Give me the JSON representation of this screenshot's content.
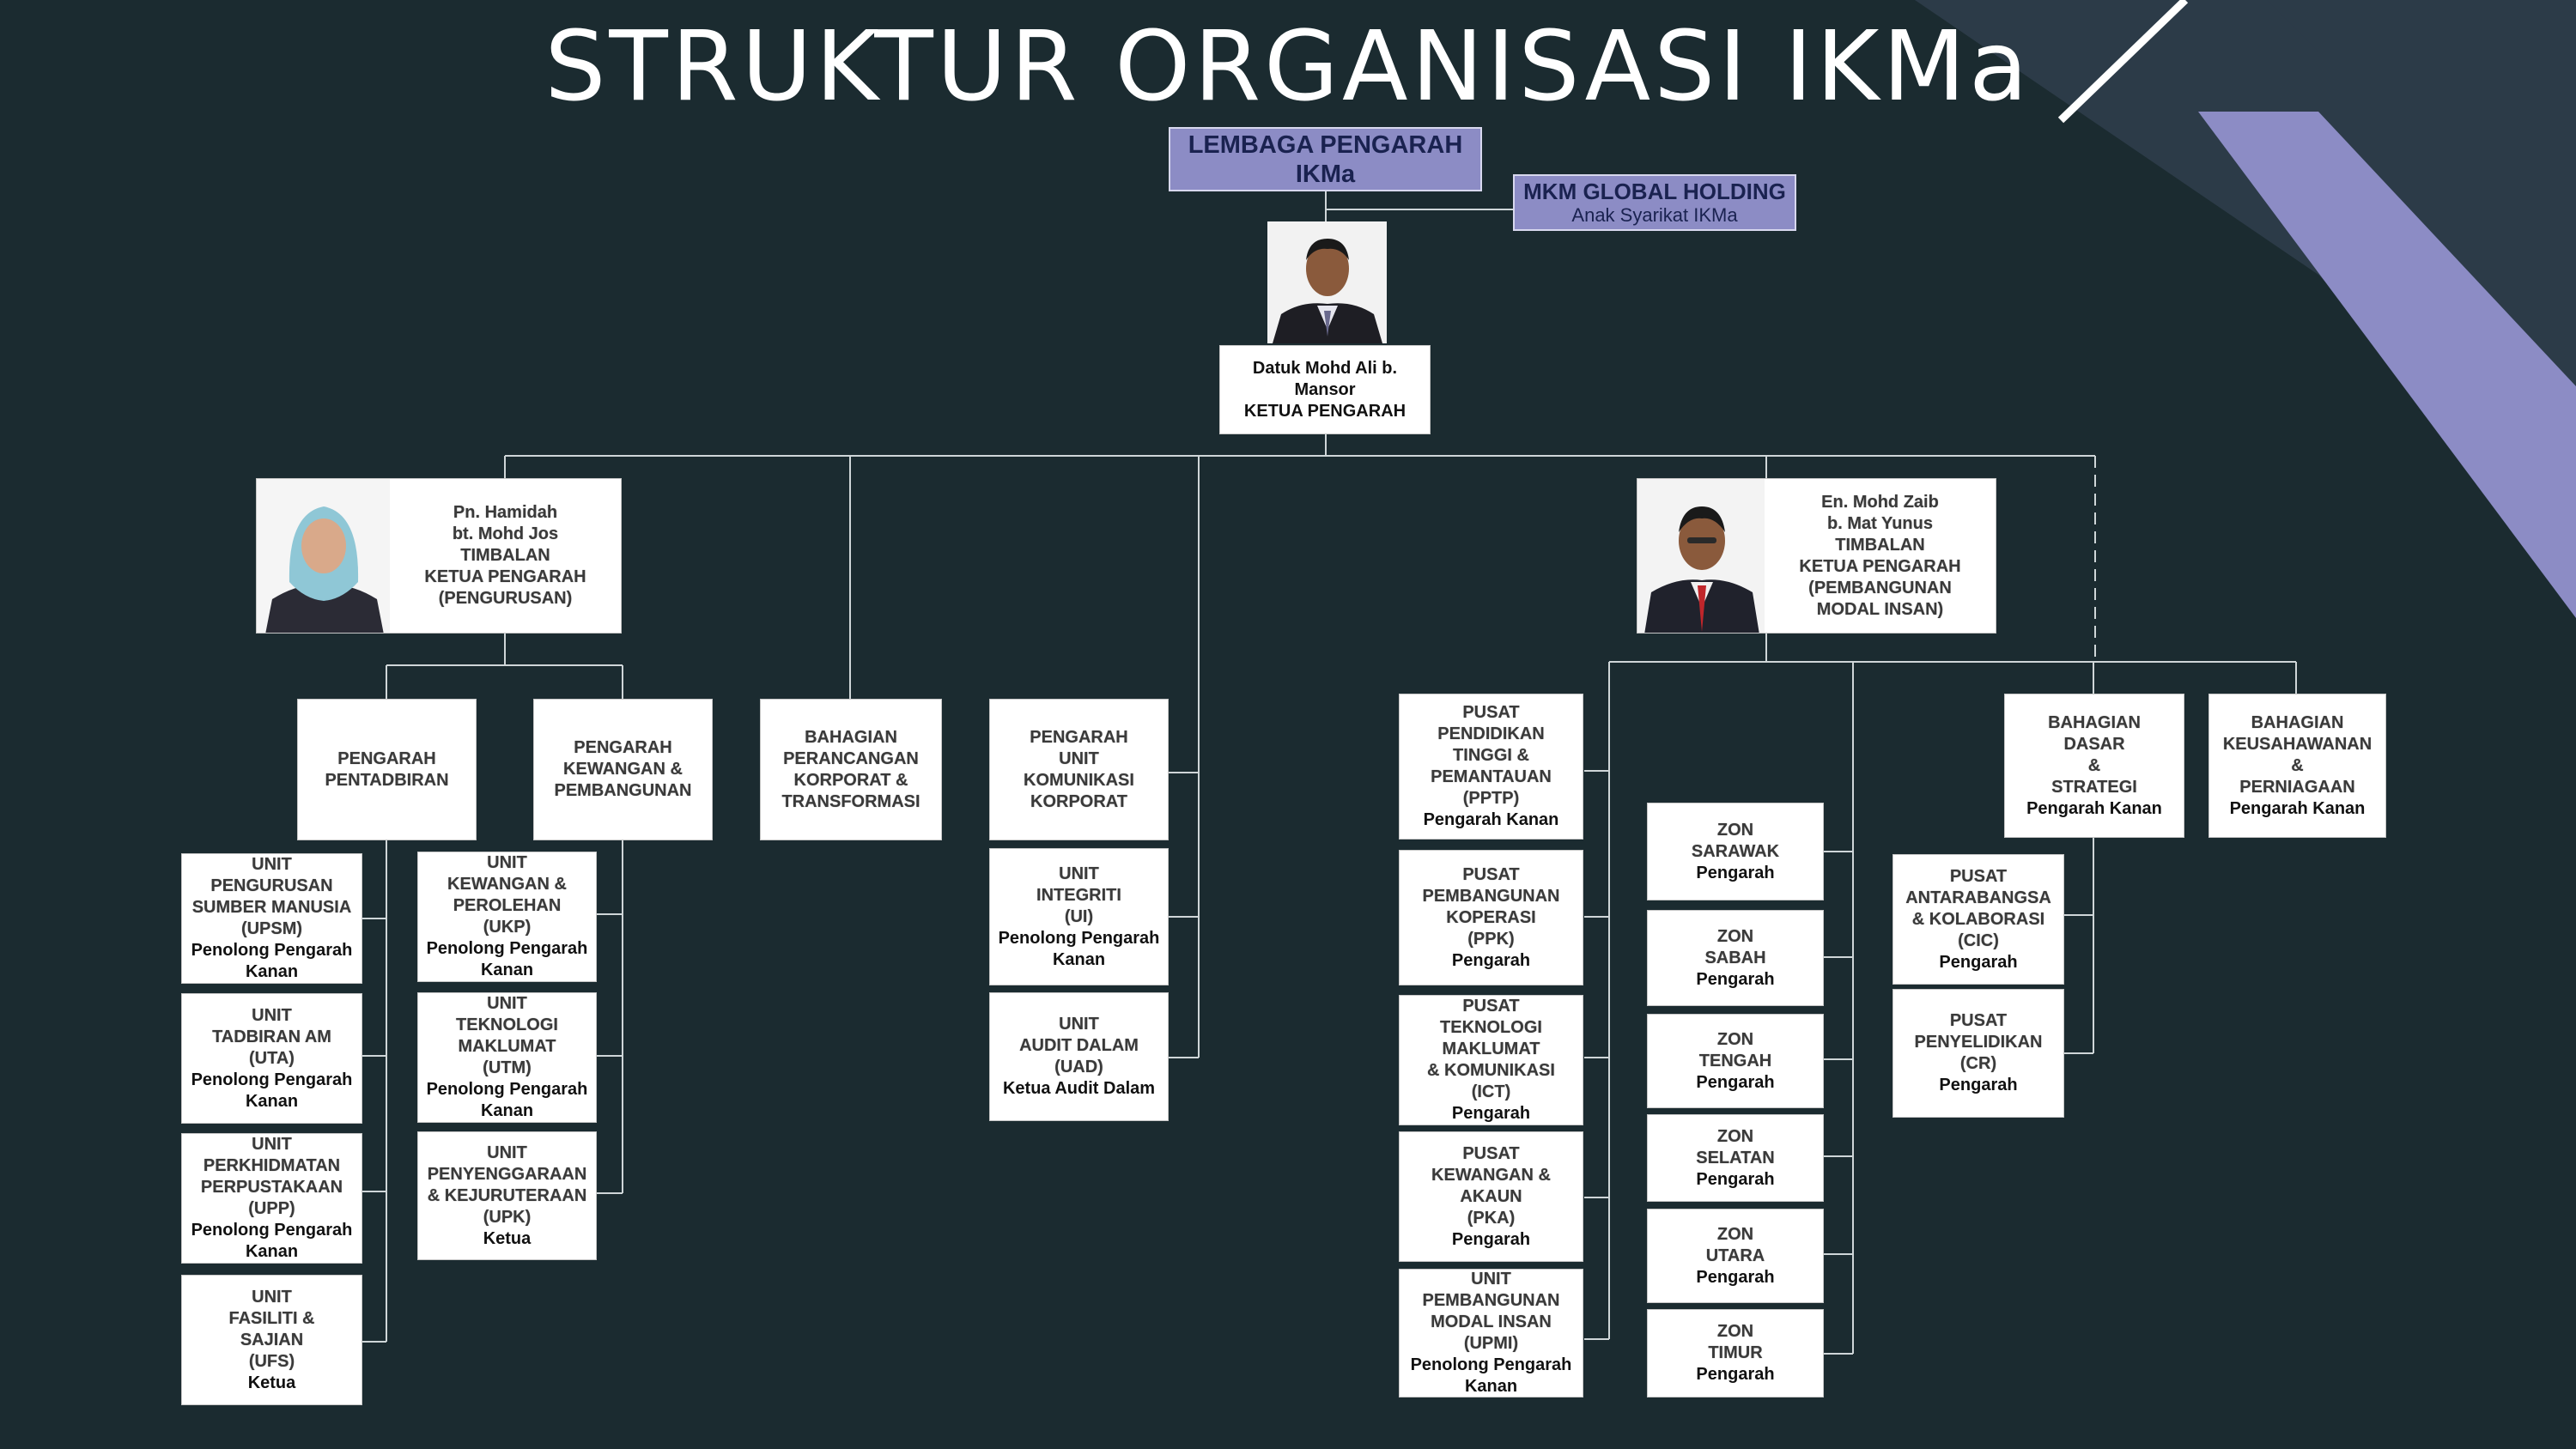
{
  "title": "STRUKTUR ORGANISASI IKMa",
  "colors": {
    "background": "#1b2b30",
    "accent": "#8c8cc5",
    "box": "#ffffff",
    "line": "#cfd6d8"
  },
  "board": {
    "line1": "LEMBAGA PENGARAH",
    "line2": "IKMa"
  },
  "subsidiary": {
    "name": "MKM GLOBAL HOLDING",
    "note": "Anak Syarikat IKMa"
  },
  "chairman": {
    "name1": "Datuk Mohd Ali b.",
    "name2": "Mansor",
    "role": "KETUA PENGARAH",
    "photo_icon": "portrait-man-suit-icon"
  },
  "deputy_mgmt": {
    "name1": "Pn. Hamidah",
    "name2": "bt. Mohd Jos",
    "role1": "TIMBALAN",
    "role2": "KETUA PENGARAH",
    "role3": "(PENGURUSAN)",
    "photo_icon": "portrait-woman-hijab-icon"
  },
  "deputy_hc": {
    "name1": "En. Mohd Zaib",
    "name2": "b. Mat Yunus",
    "role1": "TIMBALAN",
    "role2": "KETUA PENGARAH",
    "role3": "(PEMBANGUNAN",
    "role4": "MODAL INSAN)",
    "photo_icon": "portrait-man-red-tie-icon"
  },
  "units": {
    "admin": {
      "l1": "PENGARAH",
      "l2": "PENTADBIRAN"
    },
    "finance": {
      "l1": "PENGARAH",
      "l2": "KEWANGAN &",
      "l3": "PEMBANGUNAN"
    },
    "planning": {
      "l1": "BAHAGIAN",
      "l2": "PERANCANGAN",
      "l3": "KORPORAT &",
      "l4": "TRANSFORMASI"
    },
    "comms": {
      "l1": "PENGARAH",
      "l2": "UNIT",
      "l3": "KOMUNIKASI",
      "l4": "KORPORAT"
    },
    "upsm": {
      "l1": "UNIT",
      "l2": "PENGURUSAN",
      "l3": "SUMBER MANUSIA",
      "l4": "(UPSM)",
      "l5": "Penolong Pengarah",
      "l6": "Kanan"
    },
    "uta": {
      "l1": "UNIT",
      "l2": "TADBIRAN AM",
      "l3": "(UTA)",
      "l4": "Penolong Pengarah",
      "l5": "Kanan"
    },
    "upp": {
      "l1": "UNIT",
      "l2": "PERKHIDMATAN",
      "l3": "PERPUSTAKAAN",
      "l4": "(UPP)",
      "l5": "Penolong Pengarah",
      "l6": "Kanan"
    },
    "ufs": {
      "l1": "UNIT",
      "l2": "FASILITI &",
      "l3": "SAJIAN",
      "l4": "(UFS)",
      "l5": "Ketua"
    },
    "ukp": {
      "l1": "UNIT",
      "l2": "KEWANGAN &",
      "l3": "PEROLEHAN",
      "l4": "(UKP)",
      "l5": "Penolong Pengarah",
      "l6": "Kanan"
    },
    "utm": {
      "l1": "UNIT",
      "l2": "TEKNOLOGI",
      "l3": "MAKLUMAT",
      "l4": "(UTM)",
      "l5": "Penolong Pengarah",
      "l6": "Kanan"
    },
    "upk": {
      "l1": "UNIT",
      "l2": "PENYENGGARAAN",
      "l3": "& KEJURUTERAAN",
      "l4": "(UPK)",
      "l5": "Ketua"
    },
    "ui": {
      "l1": "UNIT",
      "l2": "INTEGRITI",
      "l3": "(UI)",
      "l4": "Penolong Pengarah",
      "l5": "Kanan"
    },
    "uad": {
      "l1": "UNIT",
      "l2": "AUDIT DALAM",
      "l3": "(UAD)",
      "l4": "Ketua Audit Dalam"
    },
    "pptp": {
      "l1": "PUSAT",
      "l2": "PENDIDIKAN",
      "l3": "TINGGI &",
      "l4": "PEMANTAUAN",
      "l5": "(PPTP)",
      "l6": "Pengarah Kanan"
    },
    "ppk": {
      "l1": "PUSAT",
      "l2": "PEMBANGUNAN",
      "l3": "KOPERASI",
      "l4": "(PPK)",
      "l5": "Pengarah"
    },
    "ict": {
      "l1": "PUSAT",
      "l2": "TEKNOLOGI",
      "l3": "MAKLUMAT",
      "l4": "& KOMUNIKASI",
      "l5": "(ICT)",
      "l6": "Pengarah"
    },
    "pka": {
      "l1": "PUSAT",
      "l2": "KEWANGAN &",
      "l3": "AKAUN",
      "l4": "(PKA)",
      "l5": "Pengarah"
    },
    "upmi": {
      "l1": "UNIT",
      "l2": "PEMBANGUNAN",
      "l3": "MODAL INSAN",
      "l4": "(UPMI)",
      "l5": "Penolong Pengarah",
      "l6": "Kanan"
    },
    "zon_sarawak": {
      "l1": "ZON",
      "l2": "SARAWAK",
      "l3": "Pengarah"
    },
    "zon_sabah": {
      "l1": "ZON",
      "l2": "SABAH",
      "l3": "Pengarah"
    },
    "zon_tengah": {
      "l1": "ZON",
      "l2": "TENGAH",
      "l3": "Pengarah"
    },
    "zon_selatan": {
      "l1": "ZON",
      "l2": "SELATAN",
      "l3": "Pengarah"
    },
    "zon_utara": {
      "l1": "ZON",
      "l2": "UTARA",
      "l3": "Pengarah"
    },
    "zon_timur": {
      "l1": "ZON",
      "l2": "TIMUR",
      "l3": "Pengarah"
    },
    "strategy": {
      "l1": "BAHAGIAN",
      "l2": "DASAR",
      "l3": "&",
      "l4": "STRATEGI",
      "l5": "Pengarah Kanan"
    },
    "business": {
      "l1": "BAHAGIAN",
      "l2": "KEUSAHAWANAN",
      "l3": "&",
      "l4": "PERNIAGAAN",
      "l5": "Pengarah Kanan"
    },
    "cic": {
      "l1": "PUSAT",
      "l2": "ANTARABANGSA",
      "l3": "& KOLABORASI",
      "l4": "(CIC)",
      "l5": "Pengarah"
    },
    "cr": {
      "l1": "PUSAT",
      "l2": "PENYELIDIKAN",
      "l3": "(CR)",
      "l4": "Pengarah"
    }
  }
}
